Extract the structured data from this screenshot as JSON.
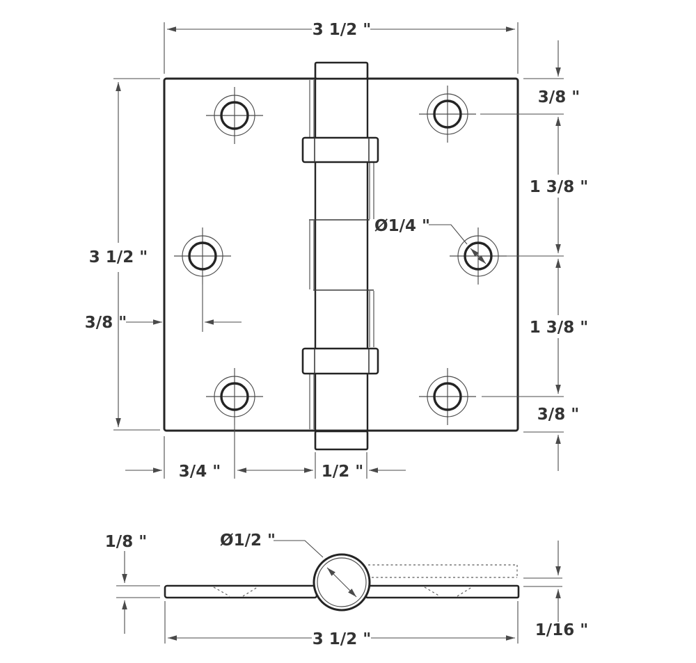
{
  "drawing": {
    "type": "technical-dimension-drawing",
    "subject": "3 1/2 inch square door hinge with dimensions",
    "colors": {
      "background": "#ffffff",
      "outline": "#242424",
      "thin_line": "#4a4a4a",
      "text": "#333333"
    },
    "front_view": {
      "labels": {
        "overall_width": "3 1/2 \"",
        "overall_height": "3 1/2 \"",
        "top_edge_to_hole": "3/8 \"",
        "upper_hole_spacing": "1 3/8 \"",
        "lower_hole_spacing": "1 3/8 \"",
        "bottom_edge_to_hole": "3/8 \"",
        "side_edge_to_hole": "3/8 \"",
        "screw_hole_diameter": "Ø1/4 \"",
        "edge_to_hole_column": "3/4 \"",
        "barrel_width": "1/2 \""
      }
    },
    "side_view": {
      "labels": {
        "leaf_thickness": "1/8 \"",
        "knuckle_diameter": "Ø1/2 \"",
        "leaf_offset_gap": "1/16 \"",
        "overall_width": "3 1/2 \""
      }
    }
  }
}
